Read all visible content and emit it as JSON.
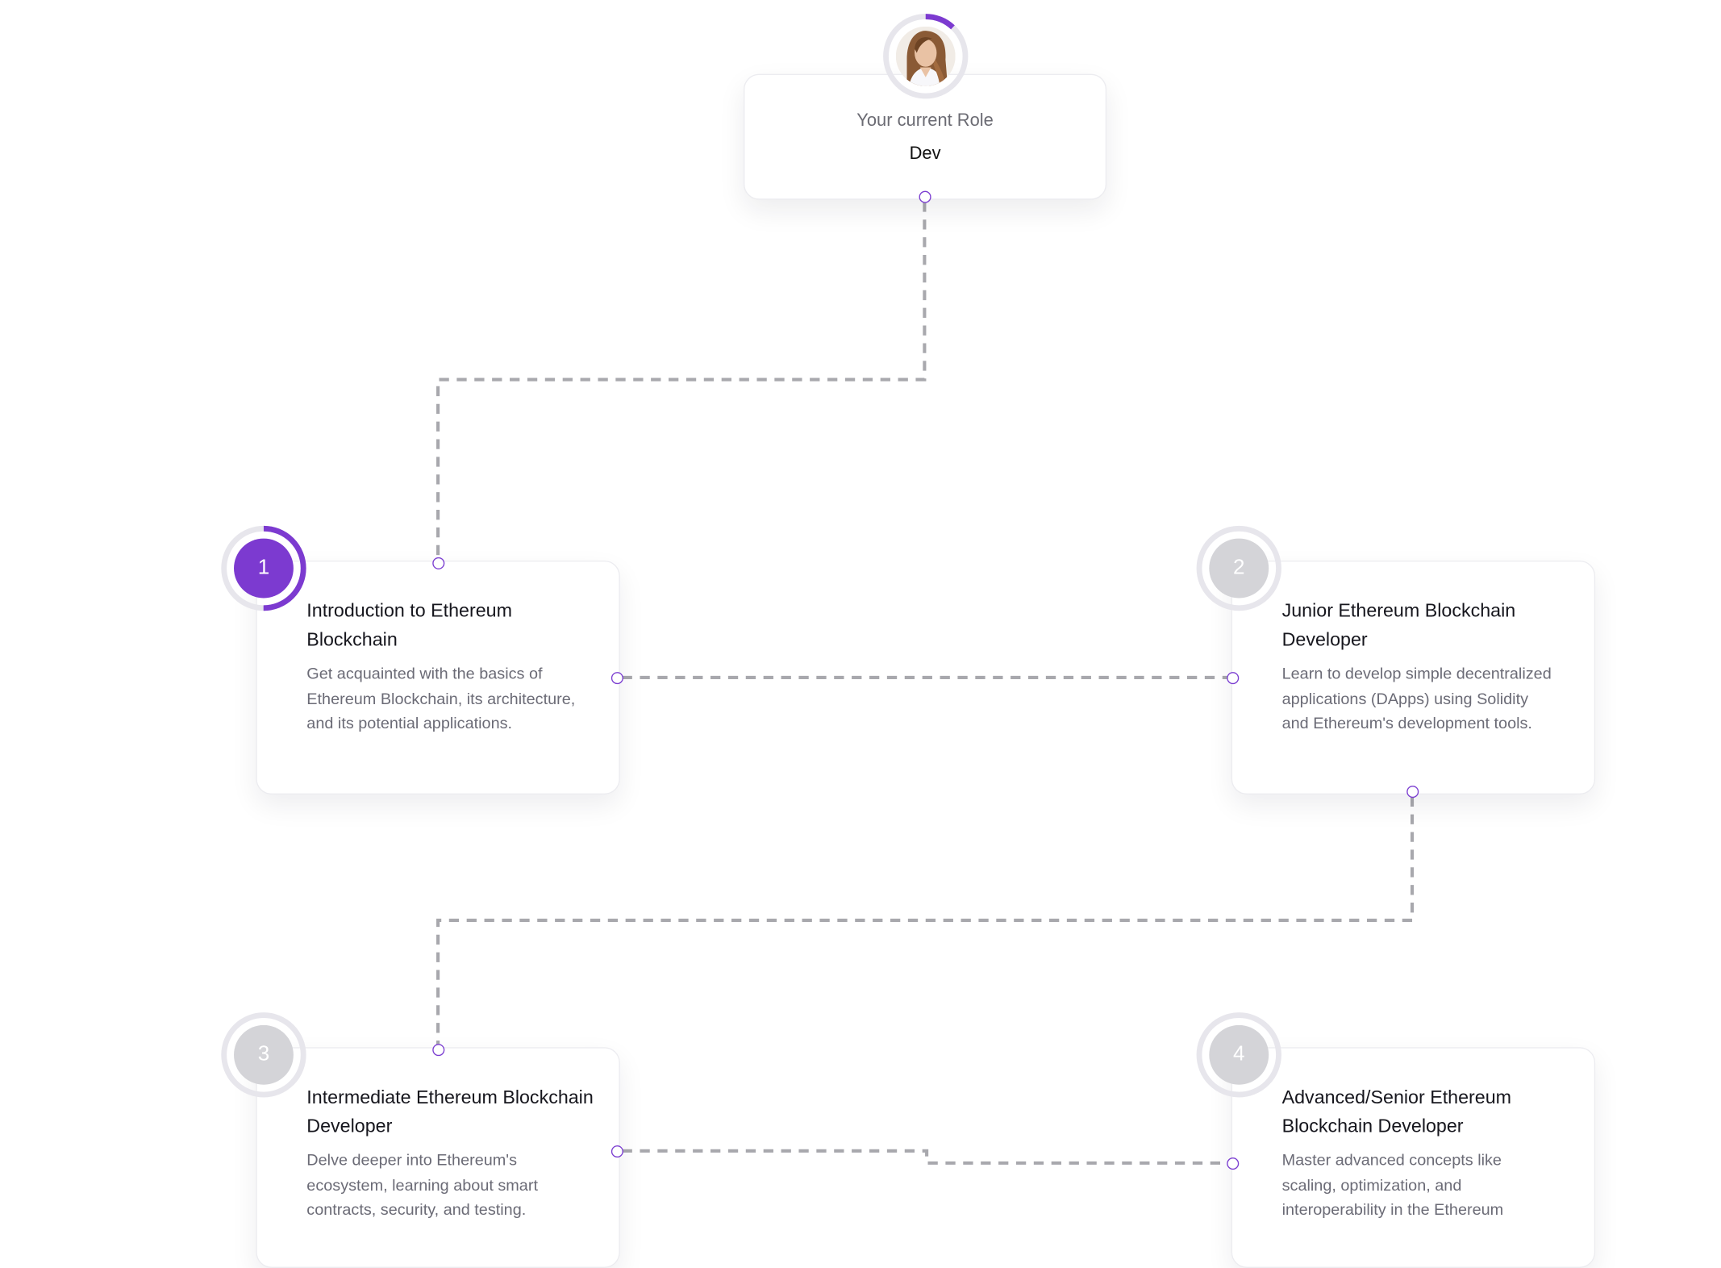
{
  "role": {
    "label": "Your current Role",
    "value": "Dev",
    "progress": 0.12
  },
  "colors": {
    "accent": "#7c3ad0",
    "inactive_badge": "#d4d4d8",
    "ring": "#e7e6ec",
    "connector": "#a8a8ad"
  },
  "steps": [
    {
      "number": "1",
      "title": "Introduction to Ethereum Blockchain",
      "description": "Get acquainted with the basics of Ethereum Blockchain, its architecture, and its potential applications.",
      "active": true,
      "progress": 0.5
    },
    {
      "number": "2",
      "title": "Junior Ethereum Blockchain Developer",
      "description": "Learn to develop simple decentralized applications (DApps) using Solidity and Ethereum's development tools.",
      "active": false,
      "progress": 0
    },
    {
      "number": "3",
      "title": "Intermediate Ethereum Blockchain Developer",
      "description": "Delve deeper into Ethereum's ecosystem, learning about smart contracts, security, and testing.",
      "active": false,
      "progress": 0
    },
    {
      "number": "4",
      "title": "Advanced/Senior Ethereum Blockchain Developer",
      "description": "Master advanced concepts like scaling, optimization, and interoperability in the Ethereum",
      "active": false,
      "progress": 0
    }
  ]
}
